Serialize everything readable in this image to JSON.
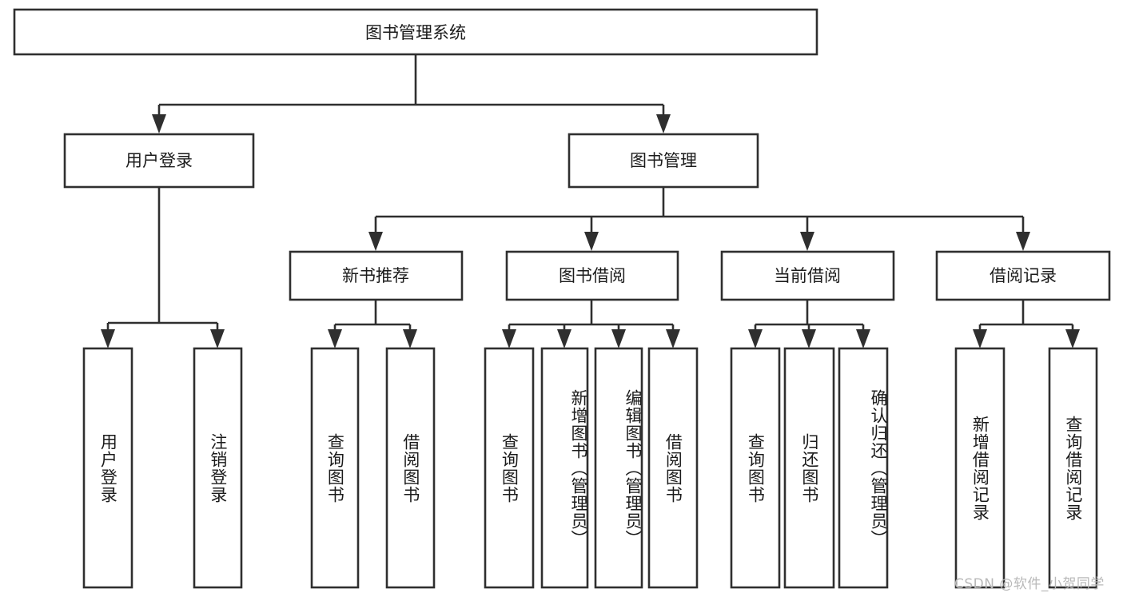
{
  "title": "图书管理系统",
  "watermark": "CSDN @软件_小贺同学",
  "diagram": {
    "type": "tree",
    "orientation": "top-down",
    "root": {
      "id": "root",
      "label": "图书管理系统"
    },
    "level2": [
      {
        "id": "user-login",
        "label": "用户登录"
      },
      {
        "id": "book-manage",
        "label": "图书管理"
      }
    ],
    "level3": [
      {
        "id": "new-book-recommend",
        "label": "新书推荐",
        "parent": "book-manage"
      },
      {
        "id": "book-borrow",
        "label": "图书借阅",
        "parent": "book-manage"
      },
      {
        "id": "current-borrow",
        "label": "当前借阅",
        "parent": "book-manage"
      },
      {
        "id": "borrow-record",
        "label": "借阅记录",
        "parent": "book-manage"
      }
    ],
    "leaves": {
      "user-login": [
        {
          "id": "leaf-user-login",
          "label": "用户登录"
        },
        {
          "id": "leaf-logout",
          "label": "注销登录"
        }
      ],
      "new-book-recommend": [
        {
          "id": "leaf-query-book-1",
          "label": "查询图书"
        },
        {
          "id": "leaf-borrow-book-1",
          "label": "借阅图书"
        }
      ],
      "book-borrow": [
        {
          "id": "leaf-query-book-2",
          "label": "查询图书"
        },
        {
          "id": "leaf-add-book",
          "label": "新增图书（管理员）"
        },
        {
          "id": "leaf-edit-book",
          "label": "编辑图书（管理员）"
        },
        {
          "id": "leaf-borrow-book-2",
          "label": "借阅图书"
        }
      ],
      "current-borrow": [
        {
          "id": "leaf-query-book-3",
          "label": "查询图书"
        },
        {
          "id": "leaf-return-book",
          "label": "归还图书"
        },
        {
          "id": "leaf-confirm-return",
          "label": "确认归还（管理员）"
        }
      ],
      "borrow-record": [
        {
          "id": "leaf-add-record",
          "label": "新增借阅记录"
        },
        {
          "id": "leaf-query-record",
          "label": "查询借阅记录"
        }
      ]
    }
  },
  "colors": {
    "stroke": "#2f2f2f",
    "fill": "#ffffff",
    "text": "#1b1b1b",
    "watermark": "#b9b9b9",
    "background": "#ffffff"
  }
}
